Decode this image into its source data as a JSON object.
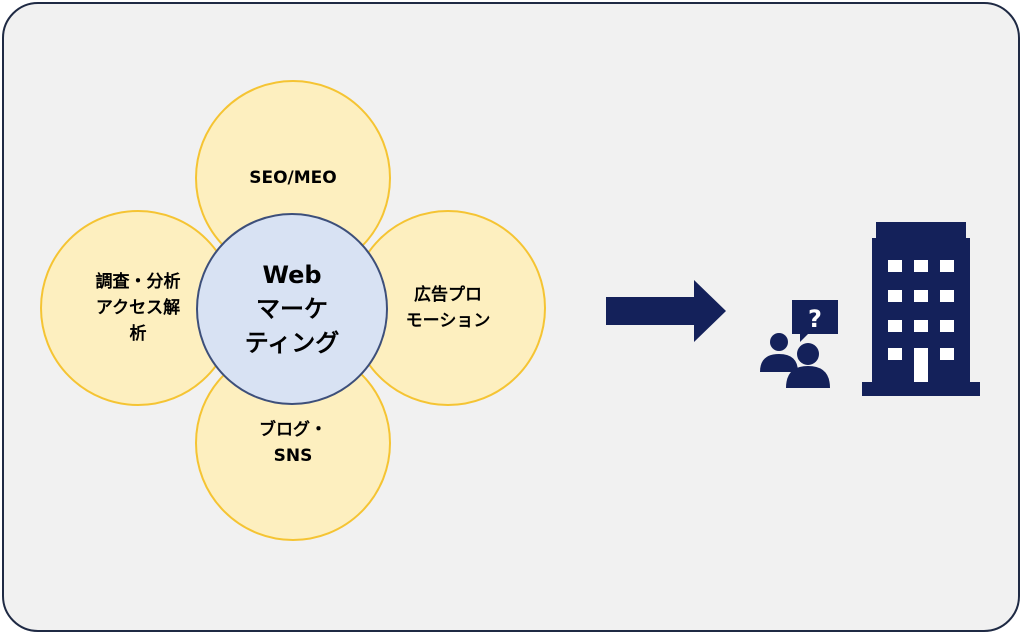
{
  "center": {
    "label": "Web\nマーケ\nティング"
  },
  "petals": {
    "top": "SEO/MEO",
    "left": "調査・分析\nアクセス解\n析",
    "right": "広告プロ\nモーション",
    "bottom": "ブログ・\nSNS"
  },
  "icons": {
    "arrow": "right-arrow-icon",
    "consultation": "people-question-icon",
    "building": "office-building-icon"
  },
  "colors": {
    "petal_fill": "#fdefbf",
    "petal_stroke": "#f5c433",
    "center_fill": "#d8e2f3",
    "center_stroke": "#3d4f7a",
    "navy": "#14215a",
    "background": "#f1f1f1"
  }
}
